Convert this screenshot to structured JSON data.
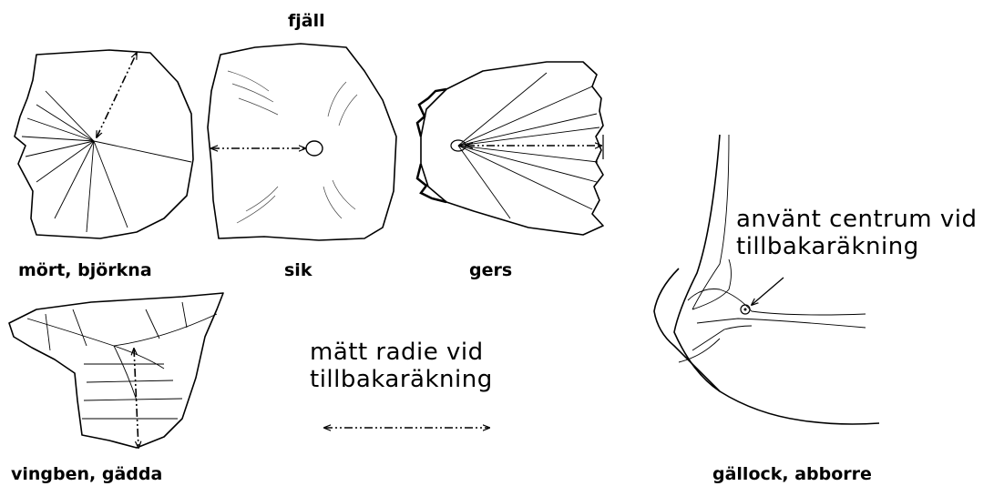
{
  "header": {
    "title": "fjäll"
  },
  "labels": {
    "mort": "mört, björkna",
    "sik": "sik",
    "gers": "gers",
    "vingben": "vingben, gädda",
    "gallock": "gällock, abborre"
  },
  "legend": {
    "radius_line1": "mätt radie vid",
    "radius_line2": "tillbakaräkning"
  },
  "annotation": {
    "center_line1": "använt centrum vid",
    "center_line2": "tillbakaräkning"
  }
}
